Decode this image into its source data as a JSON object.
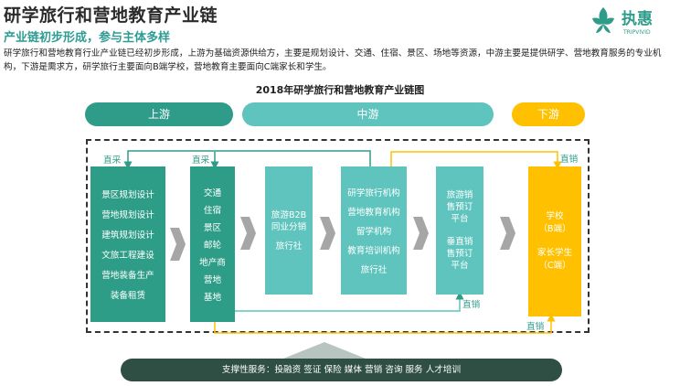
{
  "header": {
    "title": "研学旅行和营地教育产业链",
    "subtitle": "产业链初步形成，参与主体多样",
    "body": "研学旅行和营地教育行业产业链已经初步形成，上游为基础资源供给方，主要是规划设计、交通、住宿、景区、场地等资源，中游主要是提供研学、营地教育服务的专业机构，下游是需求方，研学旅行主要面向B端学校，营地教育主要面向C端家长和学生。"
  },
  "logo": {
    "name": "执惠",
    "tagline": "TRIPVIVID",
    "color": "#2f9c8a"
  },
  "diagram": {
    "title": "2018年研学旅行和营地教育产业链图",
    "stages": {
      "upstream": "上游",
      "midstream": "中游",
      "downstream": "下游"
    },
    "columns": {
      "design": [
        "景区规划设计",
        "营地规划设计",
        "建筑规划设计",
        "文旅工程建设",
        "营地装备生产",
        "装备租赁"
      ],
      "resources": [
        "交通",
        "住宿",
        "景区",
        "邮轮",
        "地产商",
        "营地",
        "基地"
      ],
      "distribution": [
        "旅游B2B",
        "同业分销",
        "旅行社"
      ],
      "institutions": [
        "研学旅行机构",
        "营地教育机构",
        "留学机构",
        "教育培训机构",
        "旅行社"
      ],
      "sales_platforms": [
        "旅游销",
        "售预订",
        "平台",
        "垂直销",
        "售预订",
        "平台"
      ],
      "customers": [
        "学校",
        "（B端）",
        "家长学生",
        "（C端）"
      ]
    },
    "flow_labels": {
      "direct_purchase_1": "直采",
      "direct_purchase_2": "直采",
      "direct_sales_top": "直销",
      "direct_sales_mid": "直销",
      "direct_sales_bottom": "直销"
    },
    "support": "支撑性服务：投融资  签证  保险  媒体  营销  咨询  服务  人才培训"
  },
  "colors": {
    "upstream": "#2e9d87",
    "midstream": "#5fc4bd",
    "downstream": "#ffc000",
    "support": "#2f4f44",
    "chevron": "#a6a6a6"
  }
}
